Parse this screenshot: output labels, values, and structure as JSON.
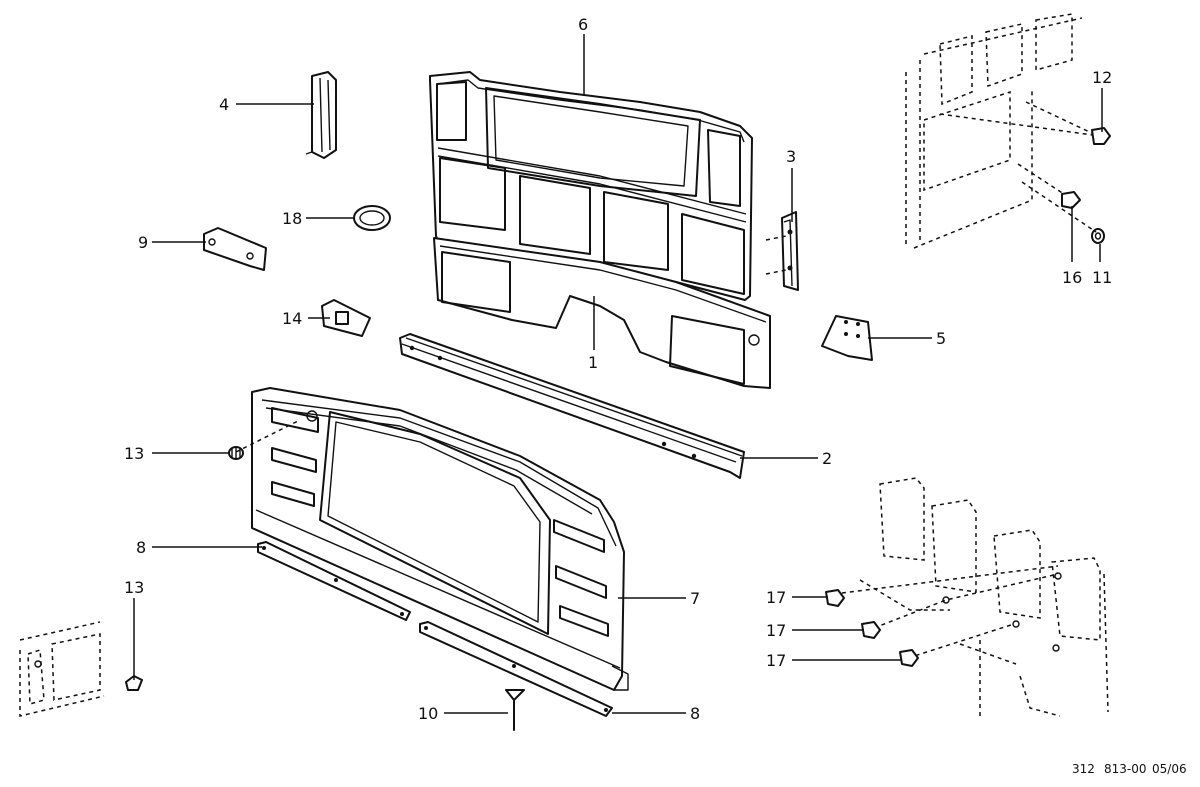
{
  "callouts": {
    "c1": "1",
    "c2": "2",
    "c3": "3",
    "c4": "4",
    "c5": "5",
    "c6": "6",
    "c7": "7",
    "c8": "8",
    "c9": "9",
    "c10": "10",
    "c11": "11",
    "c12": "12",
    "c13": "13",
    "c14": "14",
    "c16": "16",
    "c17": "17",
    "c18": "18"
  },
  "footer": {
    "page": "312",
    "code": "813-00",
    "date": "05/06"
  }
}
